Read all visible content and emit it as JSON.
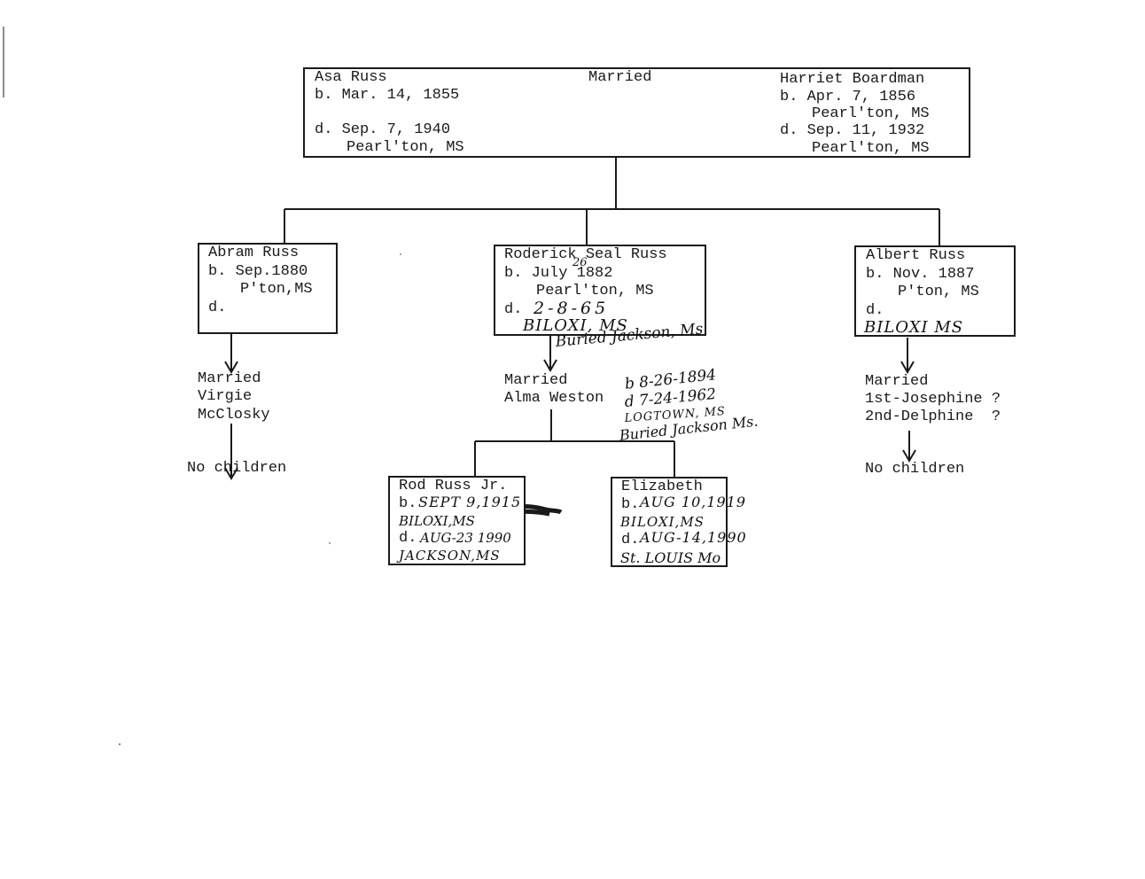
{
  "parents": {
    "husband": {
      "name": "Asa Russ",
      "born": "b. Mar. 14, 1855",
      "died": "d. Sep. 7, 1940",
      "died_place": "Pearl'ton, MS"
    },
    "relation": "Married",
    "wife": {
      "name": "Harriet Boardman",
      "born": "b. Apr. 7, 1856",
      "born_place": "Pearl'ton, MS",
      "died": "d. Sep. 11, 1932",
      "died_place": "Pearl'ton, MS"
    }
  },
  "children": [
    {
      "name": "Abram Russ",
      "born": "b. Sep.1880",
      "born_place": "P'ton,MS",
      "died": "d.",
      "spouse_lines": [
        "Married",
        "Virgie",
        "McClosky"
      ],
      "children_note": "No children"
    },
    {
      "name": "Roderick Seal Russ",
      "born": "b. July 1882",
      "born_day_hw": "26",
      "born_place": "Pearl'ton, MS",
      "died": "d.",
      "died_hw": "2-8-65",
      "died_place_hw": "BILOXI, MS",
      "burial_hw": "Buried Jackson, Ms",
      "spouse_lines": [
        "Married",
        "Alma Weston"
      ],
      "spouse_notes_hw": [
        "b 8-26-1894",
        "d 7-24-1962",
        "LOGTOWN, MS",
        "Buried Jackson Ms."
      ]
    },
    {
      "name": "Albert Russ",
      "born": "b. Nov. 1887",
      "born_place": "P'ton, MS",
      "died": "d.",
      "died_place_hw": "BILOXI MS",
      "spouse_lines": [
        "Married",
        "1st-Josephine ?",
        "2nd-Delphine  ?"
      ],
      "children_note": "No children"
    }
  ],
  "grandchildren": [
    {
      "name": "Rod Russ Jr.",
      "born": "b.",
      "born_hw": "SEPT 9,1915",
      "born_place_hw": "BILOXI,MS",
      "died": "d.",
      "died_hw": "AUG-23 1990",
      "died_place_hw": "JACKSON,MS"
    },
    {
      "name": "Elizabeth",
      "born": "b.",
      "born_hw": "AUG 10,1919",
      "born_place_hw": "BILOXI,MS",
      "died": "d.",
      "died_hw": "AUG-14,1990",
      "died_place_hw": "St. LOUIS Mo"
    }
  ]
}
